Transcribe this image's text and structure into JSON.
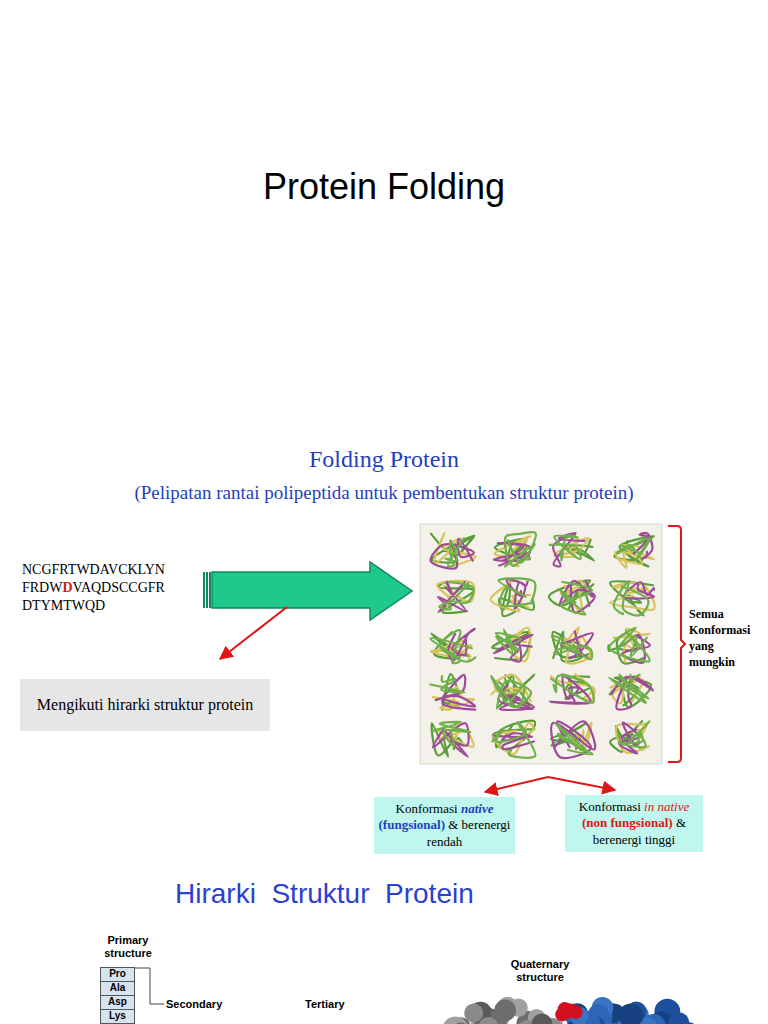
{
  "diagram": {
    "title": "Protein Folding",
    "nodes": [
      {
        "text": [
          "Mengikuti hirarki struktur protein"
        ]
      },
      {
        "text": [
          "Konformasi native (fungsional) & berenergi rendah"
        ]
      },
      {
        "text": [
          "Konformasi in native (non fungsional) & berenergi tinggi"
        ]
      },
      {
        "text": [
          "Pro"
        ]
      },
      {
        "text": [
          "Ala"
        ]
      },
      {
        "text": [
          "Asp"
        ]
      },
      {
        "text": [
          "Lys"
        ]
      }
    ],
    "labels": [
      "Folding Protein",
      "(Pelipatan rantai polipeptida untuk pembentukan struktur protein)",
      "NCGFRTWDAVCKLYN FRDWDVAQDSCCGFR DTYMTWQD",
      "Semua Konformasi yang mungkin",
      "Hirarki  Struktur  Protein",
      "Primary structure",
      "Secondary",
      "Tertiary",
      "Quaternary structure"
    ]
  }
}
